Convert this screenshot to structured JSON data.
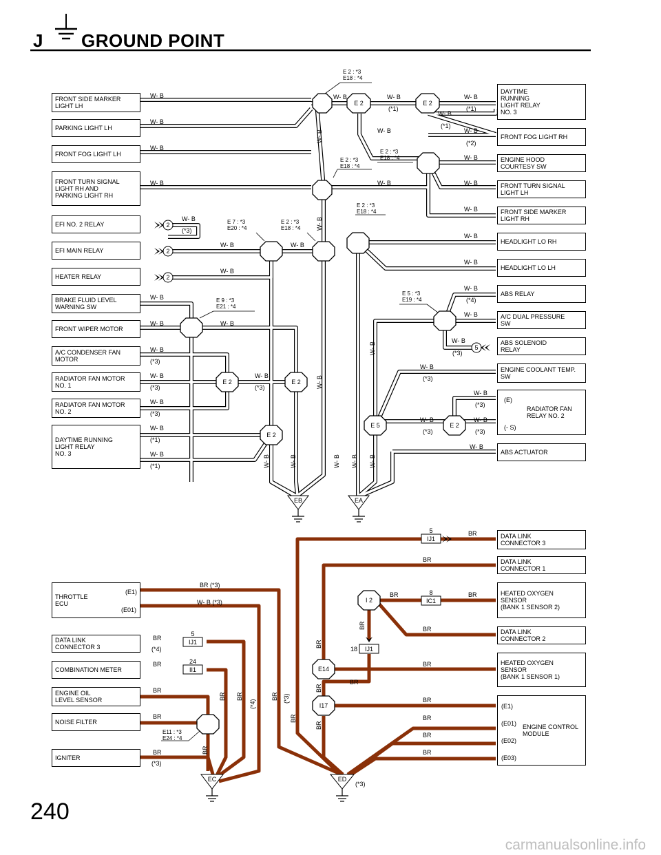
{
  "header": {
    "letter": "J",
    "title": "GROUND POINT",
    "icon": "ground-symbol-icon"
  },
  "page_number": "240",
  "watermark": "carmanualsonline.info",
  "colors": {
    "wb_wire": "#9a9a9a",
    "br_wire": "#8a3008",
    "line": "#000000"
  },
  "wire_labels": {
    "wb": "W- B",
    "br": "BR",
    "br_n3": "BR (*3)",
    "wb_n3": "W- B (*3)"
  },
  "notes": {
    "n1": "(*1)",
    "n2": "(*2)",
    "n3": "(*3)",
    "n4": "(*4)"
  },
  "junction_notes": {
    "top": [
      "E 2 : *3",
      "E18 : *4"
    ],
    "right_upper": [
      "E 2 : *3",
      "E18 : *4"
    ],
    "mid_upper": [
      "E 2 : *3",
      "E18 : *4"
    ],
    "right_mid": [
      "E 2 : *3",
      "E18 : *4"
    ],
    "efi_left": [
      "E 7 : *3",
      "E20 : *4"
    ],
    "efi_right": [
      "E 2 : *3",
      "E18 : *4"
    ],
    "wiper": [
      "E 9 : *3",
      "E21 : *4"
    ],
    "abs": [
      "E 5 : *3",
      "E19 : *4"
    ],
    "noise": [
      "E11 : *3",
      "E24 : *4"
    ]
  },
  "left_components": [
    "FRONT SIDE MARKER\nLIGHT LH",
    "PARKING LIGHT LH",
    "FRONT FOG LIGHT LH",
    "FRONT TURN SIGNAL\nLIGHT RH AND\nPARKING LIGHT RH",
    "EFI NO. 2 RELAY",
    "EFI MAIN RELAY",
    "HEATER RELAY",
    "BRAKE FLUID LEVEL\nWARNING SW",
    "FRONT WIPER MOTOR",
    "A/C CONDENSER FAN\nMOTOR",
    "RADIATOR FAN MOTOR\nNO. 1",
    "RADIATOR FAN MOTOR\nNO. 2",
    "DAYTIME RUNNING\nLIGHT RELAY\nNO. 3"
  ],
  "right_components": [
    "DAYTIME\nRUNNING\nLIGHT RELAY\nNO. 3",
    "FRONT FOG LIGHT RH",
    "ENGINE HOOD\nCOURTESY SW",
    "FRONT TURN SIGNAL\nLIGHT LH",
    "FRONT SIDE MARKER\nLIGHT RH",
    "HEADLIGHT LO RH",
    "HEADLIGHT LO LH",
    "ABS RELAY",
    "A/C DUAL PRESSURE\nSW",
    "ABS SOLENOID\nRELAY",
    "ENGINE COOLANT TEMP.\nSW",
    "RADIATOR FAN\nRELAY NO. 2",
    "ABS ACTUATOR"
  ],
  "radiator_relay_pins": {
    "e": "(E)",
    "s": "(- S)"
  },
  "lower_left_components": [
    "THROTTLE\nECU",
    "DATA LINK\nCONNECTOR 3",
    "COMBINATION METER",
    "ENGINE OIL\nLEVEL SENSOR",
    "NOISE FILTER",
    "IGNITER"
  ],
  "throttle_pins": {
    "e1": "(E1)",
    "e01": "(E01)"
  },
  "lower_right_components": [
    "DATA LINK\nCONNECTOR 3",
    "DATA LINK\nCONNECTOR 1",
    "HEATED OXYGEN\nSENSOR\n(BANK 1 SENSOR 2)",
    "DATA LINK\nCONNECTOR 2",
    "HEATED OXYGEN\nSENSOR\n(BANK 1 SENSOR 1)",
    "ENGINE CONTROL\nMODULE"
  ],
  "ecm_pins": [
    "(E1)",
    "(E01)",
    "(E02)",
    "(E03)"
  ],
  "junctions": {
    "e2": "E 2",
    "e5": "E 5",
    "i2": "I 2",
    "e14": "E14",
    "i17": "I17"
  },
  "connectors": {
    "ij1": "IJ1",
    "ic1": "IC1",
    "ii1": "II1",
    "n5": "5",
    "n8": "8",
    "n18": "18",
    "n24": "24",
    "n2": "2"
  },
  "grounds": [
    "EB",
    "EA",
    "EC",
    "ED"
  ]
}
